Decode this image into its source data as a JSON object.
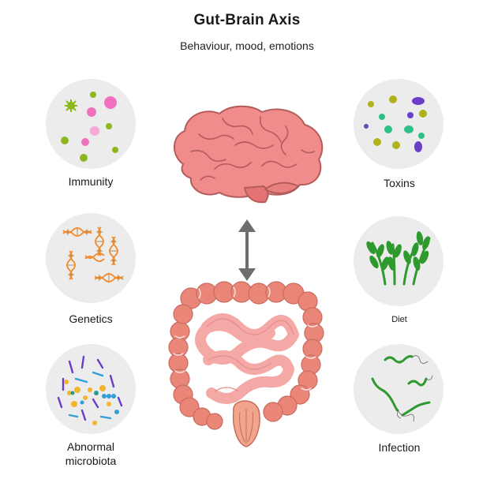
{
  "header": {
    "title": "Gut-Brain Axis",
    "subtitle": "Behaviour, mood, emotions"
  },
  "factors": {
    "immunity": "Immunity",
    "genetics": "Genetics",
    "abnormal_microbiota_line1": "Abnormal",
    "abnormal_microbiota_line2": "microbiota",
    "toxins": "Toxins",
    "diet": "Diet",
    "infection": "Infection"
  },
  "icons": {
    "brain": "brain-icon",
    "intestine": "intestine-icon",
    "arrow": "bidirectional-arrow-icon"
  },
  "colors": {
    "brain": "#f08c8c",
    "intestine": "#ea8678",
    "small_intestine": "#f5a9a6",
    "circle_background": "#ececec",
    "arrow": "#6d6d6d"
  }
}
